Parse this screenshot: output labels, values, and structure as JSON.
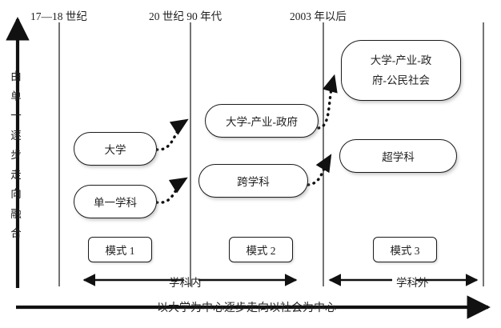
{
  "diagram": {
    "title_vertical_axis": "由单一逐步走向融合",
    "bottom_axis_label": "以大学为中心逐步走向以社会为中心",
    "vertical_axis_chars": [
      "由",
      "单",
      "一",
      "逐",
      "步",
      "走",
      "向",
      "融",
      "合"
    ],
    "eras": [
      {
        "id": "era1",
        "label": "17—18 世纪"
      },
      {
        "id": "era2",
        "label": "20 世纪 90 年代"
      },
      {
        "id": "era3",
        "label": "2003 年以后"
      }
    ],
    "nodes": [
      {
        "id": "n-daxue",
        "label": "大学"
      },
      {
        "id": "n-danyixueke",
        "label": "单一学科"
      },
      {
        "id": "n-triple-helix",
        "label": "大学-产业-政府"
      },
      {
        "id": "n-kuaxueke",
        "label": "跨学科"
      },
      {
        "id": "n-quad-helix-1",
        "label": "大学-产业-政"
      },
      {
        "id": "n-quad-helix-2",
        "label": "府-公民社会"
      },
      {
        "id": "n-chaoxueke",
        "label": "超学科"
      }
    ],
    "modes": [
      {
        "id": "mode1",
        "label": "模式 1"
      },
      {
        "id": "mode2",
        "label": "模式 2"
      },
      {
        "id": "mode3",
        "label": "模式 3"
      }
    ],
    "scope_labels": [
      {
        "id": "scope-inner",
        "label": "学科内"
      },
      {
        "id": "scope-outer",
        "label": "学科外"
      }
    ],
    "colors": {
      "stroke": "#1a1a1a",
      "text": "#1f1f1f",
      "background": "#ffffff",
      "shadow": "rgba(120,120,120,0.45)"
    }
  }
}
